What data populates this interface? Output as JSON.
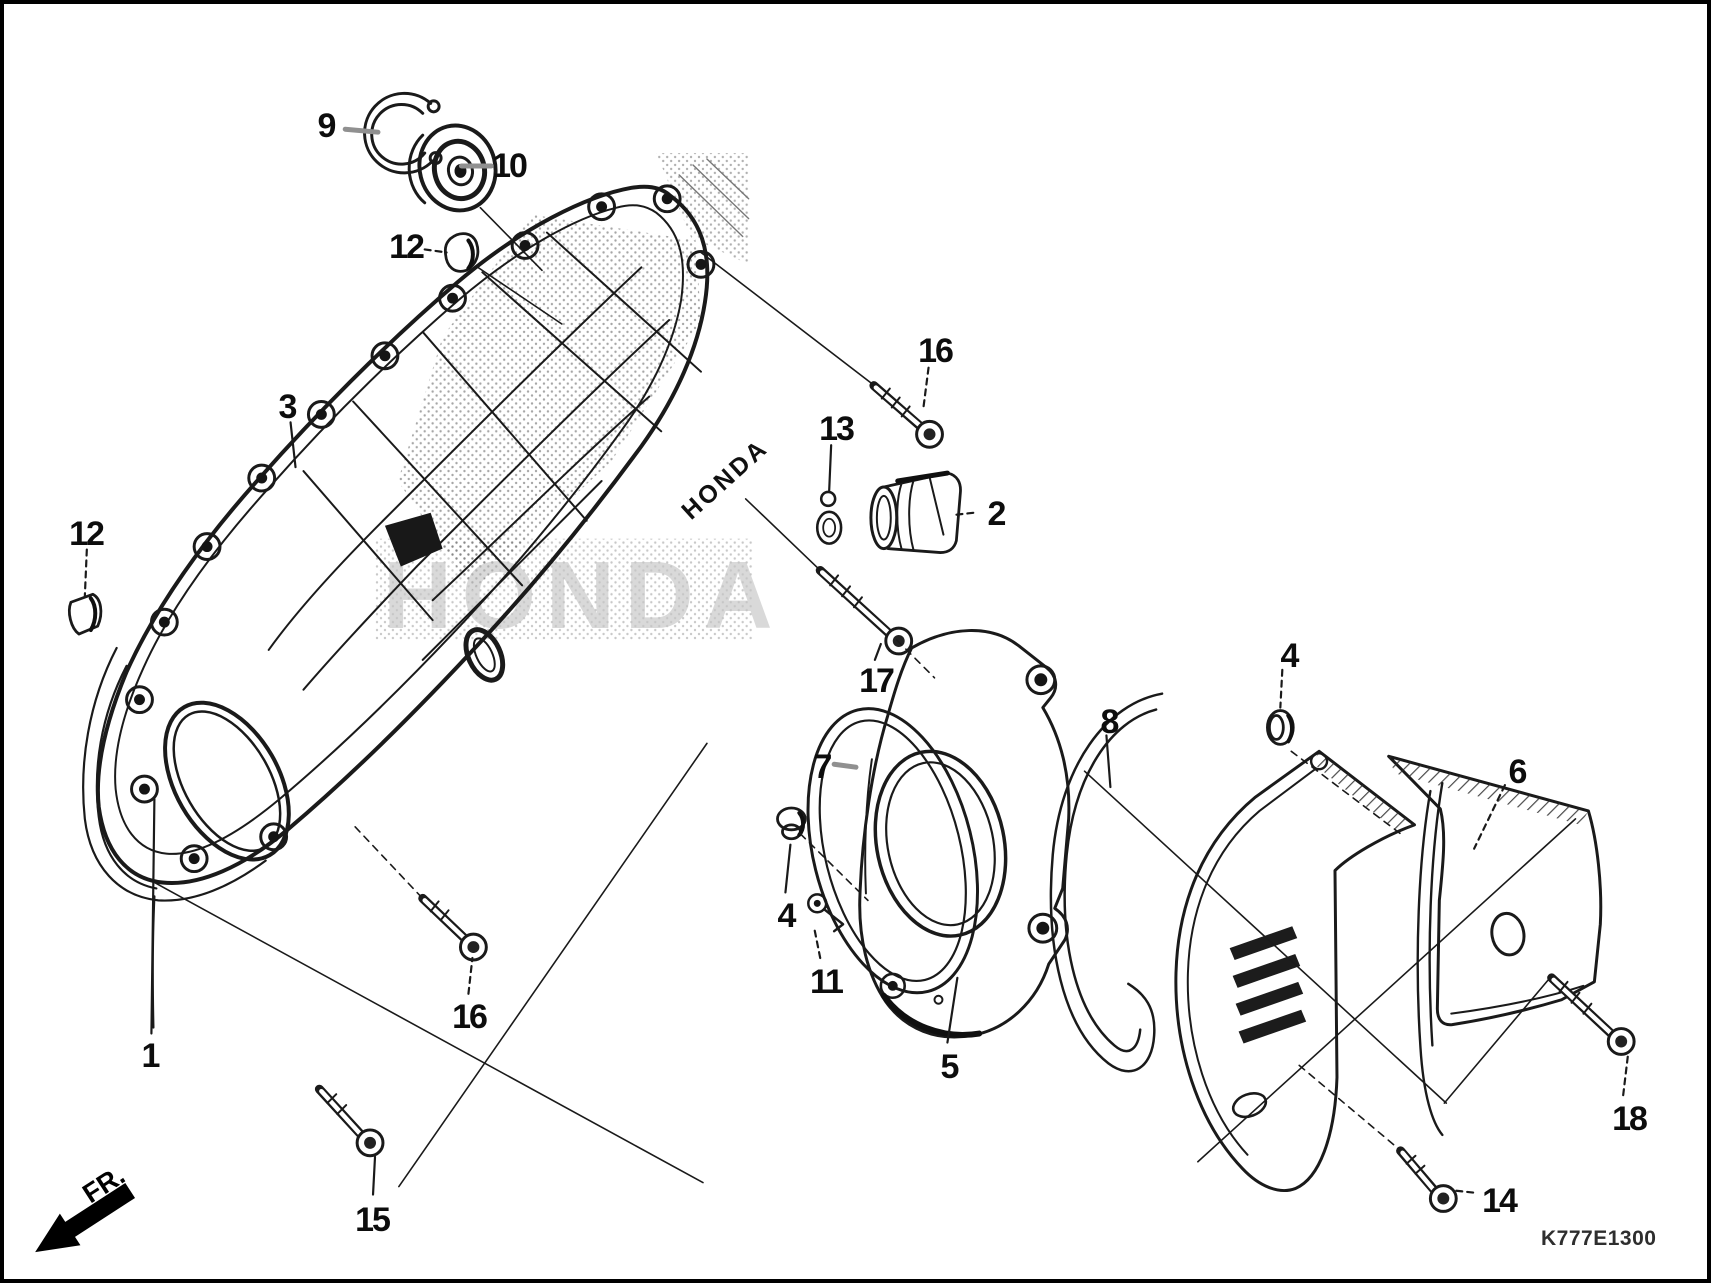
{
  "diagram": {
    "type": "exploded-parts-diagram",
    "code": "K777E1300",
    "direction_label": "FR.",
    "watermark": "HONDA",
    "cover_emboss": "HONDA",
    "colors": {
      "background": "#ffffff",
      "line": "#1a1a1a",
      "leader_gray": "#909090",
      "watermark": "#c6c6c6"
    },
    "callouts": [
      {
        "label": "9",
        "target": "circlip"
      },
      {
        "label": "10",
        "target": "bearing"
      },
      {
        "label": "12",
        "target": "rubber-plug-upper"
      },
      {
        "label": "3",
        "target": "crankcase-cover"
      },
      {
        "label": "12",
        "target": "rubber-plug-lower"
      },
      {
        "label": "16",
        "target": "flange-bolt-upper"
      },
      {
        "label": "13",
        "target": "collar"
      },
      {
        "label": "2",
        "target": "air-duct"
      },
      {
        "label": "17",
        "target": "flange-bolt-long"
      },
      {
        "label": "7",
        "target": "cover-gasket-ring"
      },
      {
        "label": "8",
        "target": "rubber-seal"
      },
      {
        "label": "4",
        "target": "grommet-right"
      },
      {
        "label": "6",
        "target": "outer-cover-plate"
      },
      {
        "label": "4",
        "target": "grommet-left"
      },
      {
        "label": "11",
        "target": "clip"
      },
      {
        "label": "5",
        "target": "inner-cover"
      },
      {
        "label": "16",
        "target": "flange-bolt-lower"
      },
      {
        "label": "1",
        "target": "cover-gasket"
      },
      {
        "label": "15",
        "target": "flange-bolt-front"
      },
      {
        "label": "14",
        "target": "flange-bolt-right"
      },
      {
        "label": "18",
        "target": "flange-bolt-outer"
      }
    ]
  }
}
